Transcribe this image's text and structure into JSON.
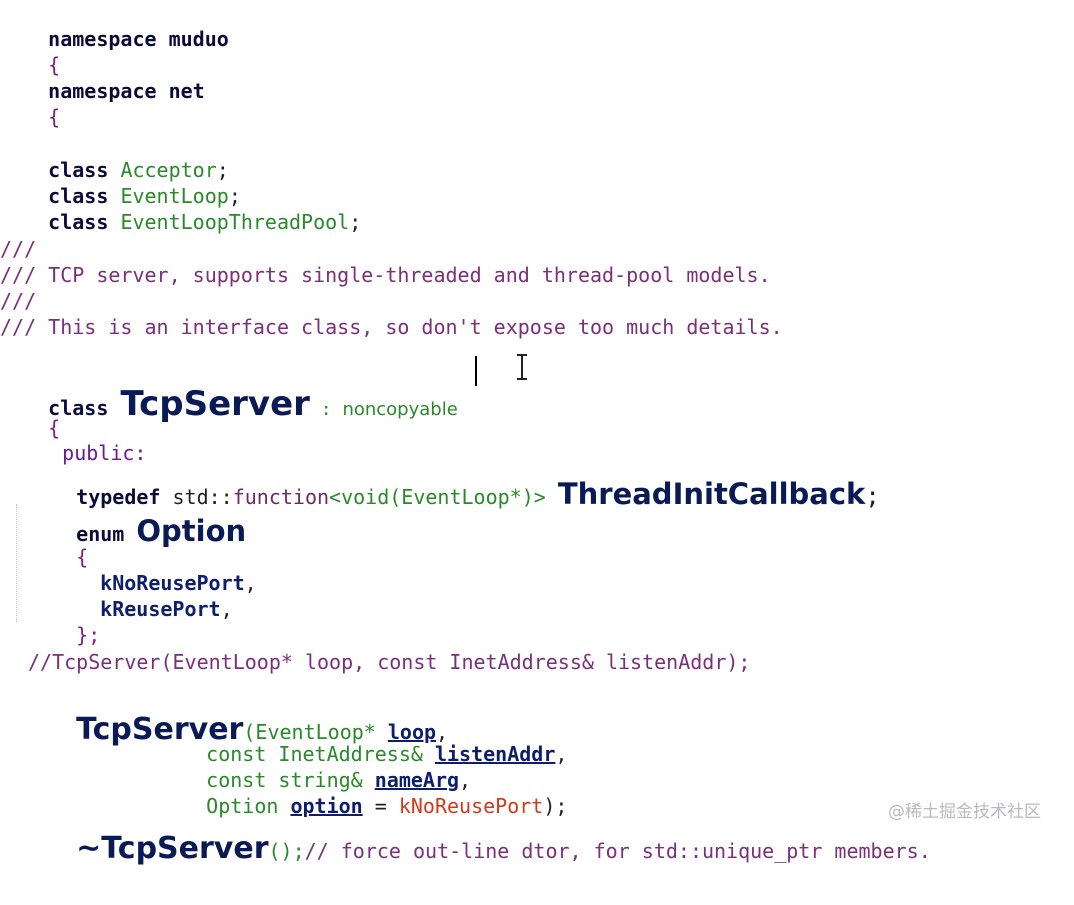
{
  "lines": {
    "l1_kw": "namespace",
    "l1_name": " muduo",
    "l2": "{",
    "l3_kw": "namespace",
    "l3_name": " net",
    "l4": "{",
    "l6_kw": "class",
    "l6_type": "Acceptor",
    "l6_end": ";",
    "l7_kw": "class",
    "l7_type": "EventLoop",
    "l7_end": ";",
    "l8_kw": "class",
    "l8_type": "EventLoopThreadPool",
    "l8_end": ";",
    "c1": "///",
    "c2": "/// TCP server, supports single-threaded and thread-pool models.",
    "c3": "///",
    "c4": "/// This is an interface class, so don't expose too much details.",
    "cls_kw": "class",
    "cls_name": "TcpServer",
    "cls_colon": " : ",
    "cls_base": "noncopyable",
    "open_brace": "{",
    "public": "public:",
    "td_kw": "typedef",
    "td_std": " std::",
    "td_fn": "function",
    "td_sig": "<void(EventLoop*)>",
    "td_name": "ThreadInitCallback",
    "td_end": ";",
    "enum_kw": "enum",
    "enum_name": "Option",
    "enum_open": "{",
    "enum_v1": "kNoReusePort",
    "enum_v1_end": ",",
    "enum_v2": "kReusePort",
    "enum_v2_end": ",",
    "enum_close": "};",
    "ctor_comment": "//TcpServer(EventLoop* loop, const InetAddress& listenAddr);",
    "ctor_name": "TcpServer",
    "ctor_p1_type": "(EventLoop* ",
    "ctor_p1": "loop",
    "ctor_p1_end": ",",
    "ctor_p2_type": "const InetAddress& ",
    "ctor_p2": "listenAddr",
    "ctor_p2_end": ",",
    "ctor_p3_type": "const string& ",
    "ctor_p3": "nameArg",
    "ctor_p3_end": ",",
    "ctor_p4_type": "Option ",
    "ctor_p4": "option",
    "ctor_p4_eq": " = ",
    "ctor_p4_default": "kNoReusePort",
    "ctor_p4_end": ");",
    "dtor_name": "~TcpServer",
    "dtor_rest": "();",
    "dtor_comment": "// force out-line dtor, for std::unique_ptr members."
  },
  "watermark": "@稀土掘金技术社区",
  "colors": {
    "keyword": "#0b0b3a",
    "type": "#2a8a2a",
    "comment": "#7a2f7a",
    "literal": "#d23a1a",
    "identifier": "#0a1a55"
  }
}
